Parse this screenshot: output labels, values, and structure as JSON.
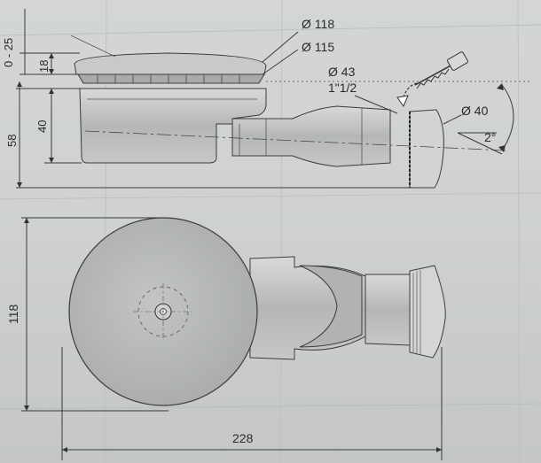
{
  "side_view": {
    "dim_top_range": "0 - 25",
    "dim_cap_height": "18",
    "dim_body_height": "40",
    "dim_total_height": "58",
    "dia_cover": "Ø 118",
    "dia_grate": "Ø 115",
    "dia_outlet": "Ø 43",
    "outlet_thread": "1\"1/2",
    "dia_pipe": "Ø 40",
    "slope": "2°"
  },
  "top_view": {
    "dim_width": "118",
    "dim_length": "228"
  },
  "colors": {
    "paper": "#cfd2cf",
    "line": "#3a3a3a",
    "part_fill": "#b9bcba"
  }
}
